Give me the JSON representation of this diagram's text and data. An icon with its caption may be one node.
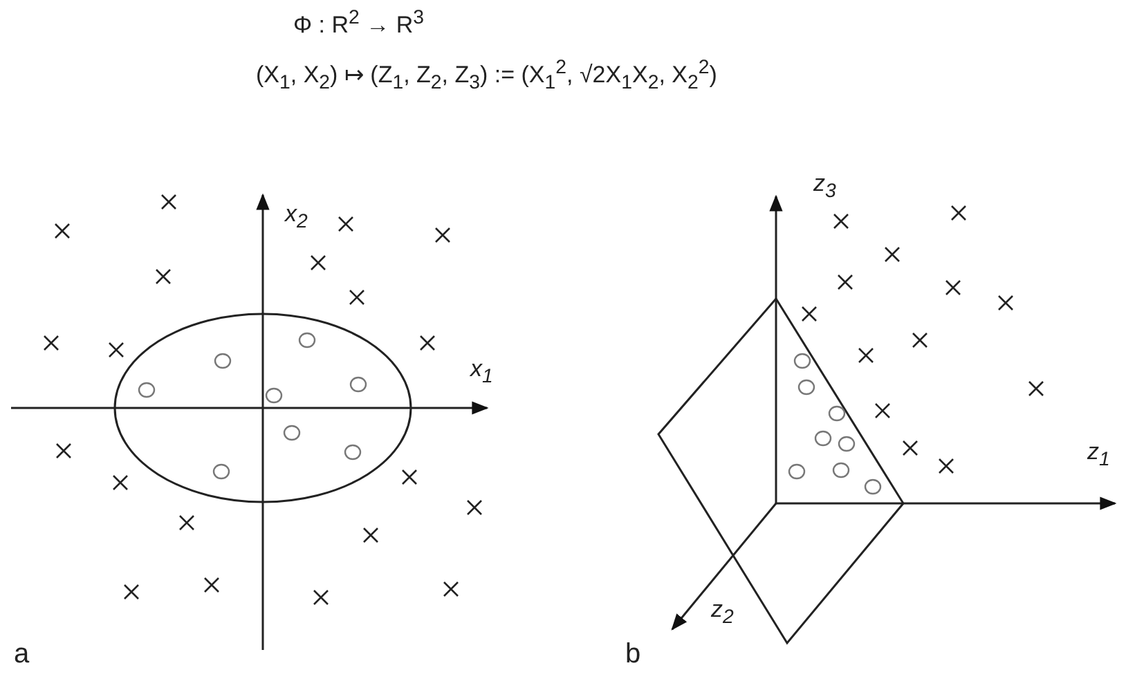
{
  "diagram": {
    "labels": [
      "Φ : R$^{2}$ → R$^{3}$",
      "(X$_{1}$, X$_{2}$) ↦ (Z$_{1}$, Z$_{2}$, Z$_{3}$) := (X$_{1}$$^{2}$, √2X$_{1}$X$_{2}$, X$_{2}$$^{2}$)",
      "x$_{2}$",
      "x$_{1}$",
      "z$_{3}$",
      "z$_{1}$",
      "z$_{2}$",
      "a",
      "b"
    ]
  }
}
